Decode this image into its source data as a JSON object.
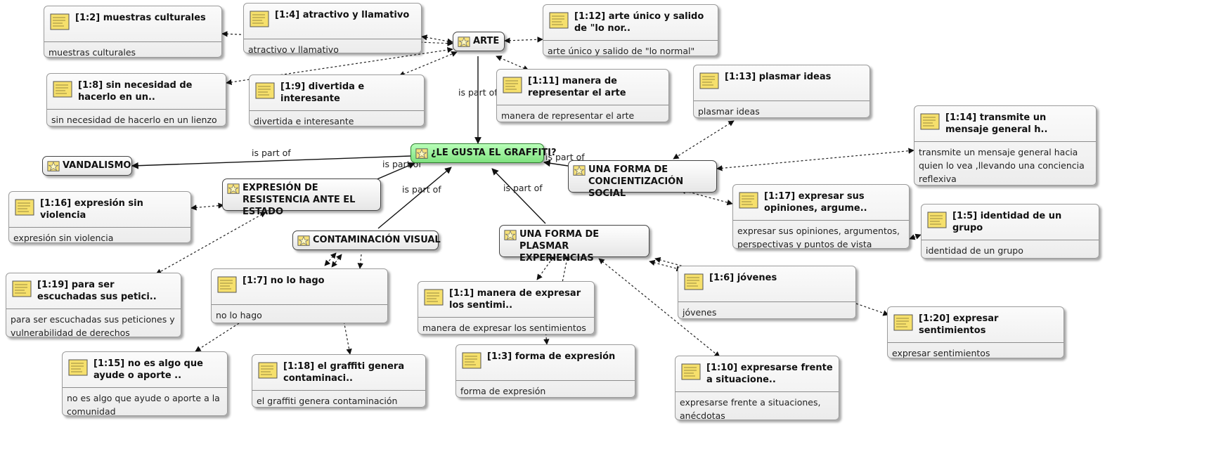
{
  "codes": [
    {
      "id": "arte",
      "label": "ARTE"
    },
    {
      "id": "gusta",
      "label": "¿LE GUSTA EL GRAFFITI?"
    },
    {
      "id": "vandalismo",
      "label": "VANDALISMO"
    },
    {
      "id": "expresion",
      "label": "EXPRESIÓN DE RESISTENCIA ANTE EL ESTADO"
    },
    {
      "id": "contaminacion",
      "label": "CONTAMINACIÓN VISUAL"
    },
    {
      "id": "concientizacion",
      "label": "UNA FORMA DE CONCIENTIZACIÓN SOCIAL"
    },
    {
      "id": "plasmar",
      "label": "UNA FORMA DE PLASMAR EXPERIENCIAS"
    }
  ],
  "quotes": [
    {
      "id": "q12",
      "title": "[1:2] muestras culturales",
      "text": "muestras culturales"
    },
    {
      "id": "q14",
      "title": "[1:4] atractivo y llamativo",
      "text": "atractivo y llamativo"
    },
    {
      "id": "q112",
      "title": "[1:12] arte único y salido de \"lo nor..",
      "text": "arte único y salido de \"lo normal\""
    },
    {
      "id": "q18",
      "title": "[1:8] sin necesidad de hacerlo en un..",
      "text": "sin necesidad de hacerlo en un lienzo"
    },
    {
      "id": "q19",
      "title": "[1:9] divertida e interesante",
      "text": "divertida e interesante"
    },
    {
      "id": "q111",
      "title": "[1:11] manera de representar el arte",
      "text": "manera de representar el arte"
    },
    {
      "id": "q113",
      "title": "[1:13] plasmar ideas",
      "text": "plasmar ideas"
    },
    {
      "id": "q114",
      "title": "[1:14] transmite un mensaje general h..",
      "text": "transmite un mensaje general hacia quien lo vea ,llevando una conciencia reflexiva"
    },
    {
      "id": "q116",
      "title": "[1:16] expresión sin violencia",
      "text": "expresión sin violencia"
    },
    {
      "id": "q117",
      "title": "[1:17] expresar sus opiniones, argume..",
      "text": "expresar sus opiniones, argumentos, perspectivas y puntos de vista"
    },
    {
      "id": "q15",
      "title": "[1:5] identidad de un grupo",
      "text": "identidad de un grupo"
    },
    {
      "id": "q119",
      "title": "[1:19] para ser escuchadas sus petici..",
      "text": "para ser escuchadas sus peticiones y vulnerabilidad de derechos"
    },
    {
      "id": "q17",
      "title": "[1:7] no lo hago",
      "text": "no lo hago"
    },
    {
      "id": "q11",
      "title": "[1:1] manera de expresar los sentimi..",
      "text": "manera de expresar los sentimientos"
    },
    {
      "id": "q16",
      "title": "[1:6] jóvenes",
      "text": "jóvenes"
    },
    {
      "id": "q120",
      "title": "[1:20] expresar sentimientos",
      "text": "expresar sentimientos"
    },
    {
      "id": "q115",
      "title": "[1:15] no es algo que ayude o aporte ..",
      "text": "no es algo que ayude o aporte a la comunidad"
    },
    {
      "id": "q118",
      "title": "[1:18] el graffiti genera contaminaci..",
      "text": "el graffiti genera contaminación"
    },
    {
      "id": "q13",
      "title": "[1:3] forma de expresión",
      "text": "forma de expresión"
    },
    {
      "id": "q110",
      "title": "[1:10] expresarse frente a situacione..",
      "text": "expresarse frente a  situaciones, anécdotas"
    }
  ],
  "relation_label": "is part of",
  "icons": {
    "quote": "quotation-note-icon",
    "code": "code-star-icon"
  },
  "colors": {
    "root_fill": "#8ef08e",
    "border": "#444444"
  }
}
